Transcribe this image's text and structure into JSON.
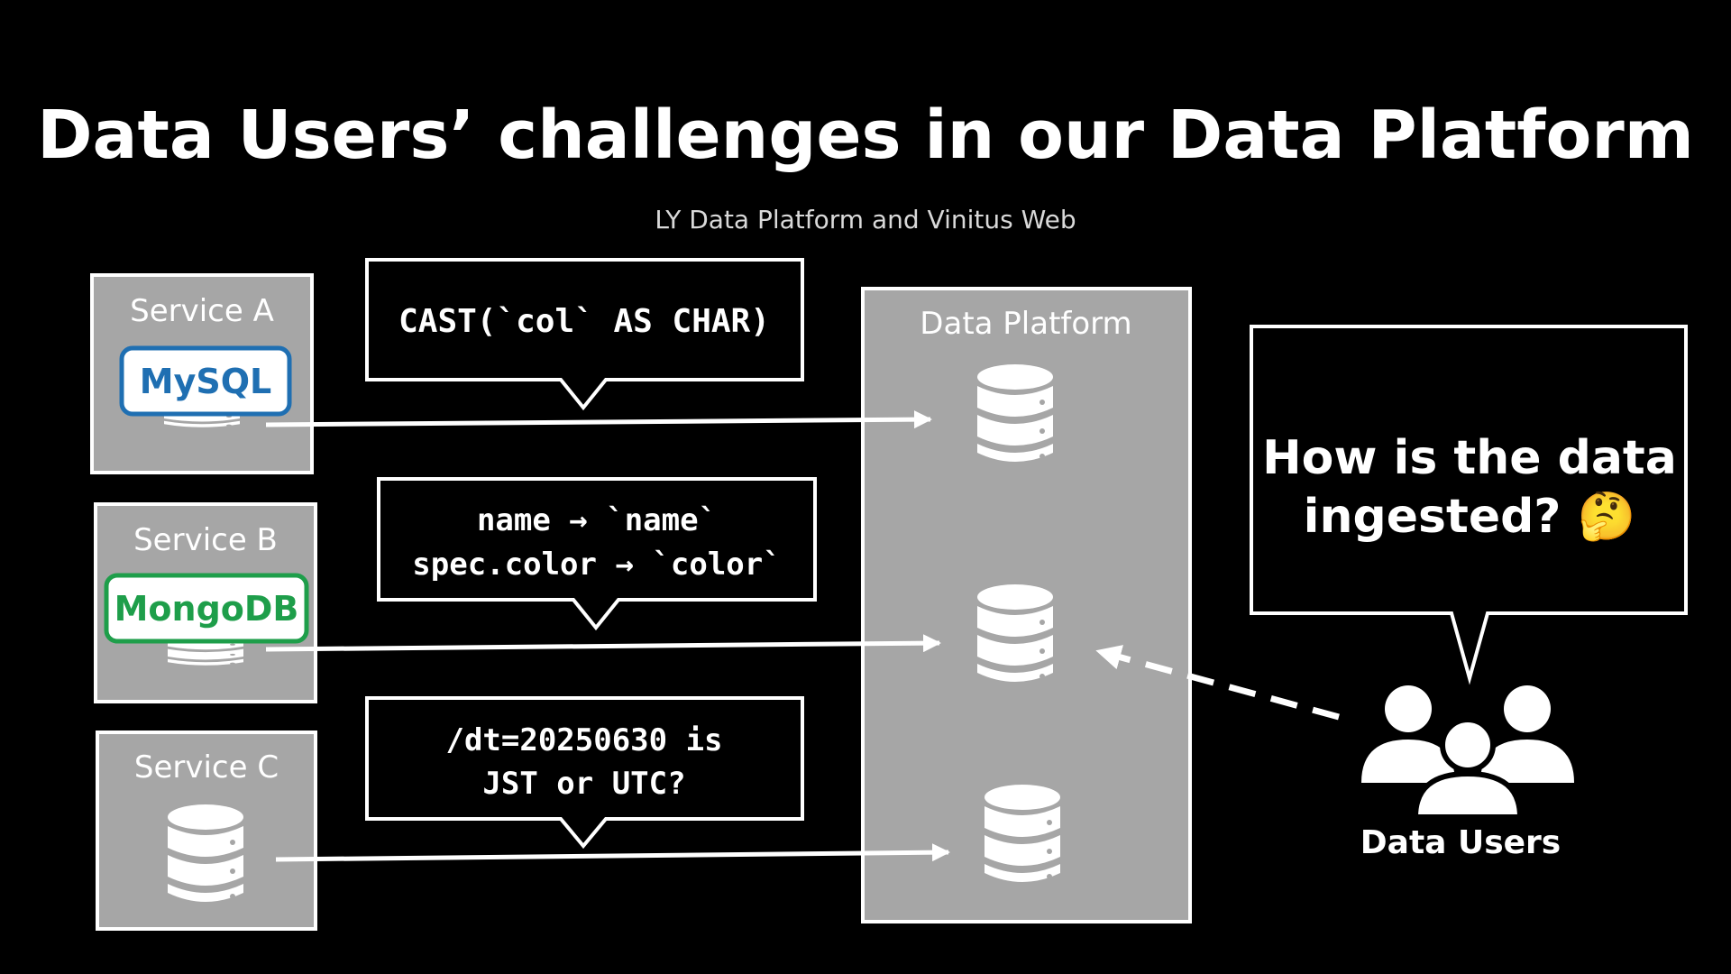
{
  "slide": {
    "title": "Data Users’ challenges in our Data Platform",
    "subtitle": "LY Data Platform and Vinitus Web"
  },
  "services": [
    {
      "label": "Service A",
      "db_badge": "MySQL",
      "badge_color": "#1f6fb2"
    },
    {
      "label": "Service B",
      "db_badge": "MongoDB",
      "badge_color": "#1e9e4a"
    },
    {
      "label": "Service C",
      "db_badge": "",
      "badge_color": ""
    }
  ],
  "callouts": [
    {
      "lines": [
        "CAST(`col` AS CHAR)"
      ]
    },
    {
      "lines": [
        "name → `name`",
        "spec.color → `color`"
      ]
    },
    {
      "lines": [
        "/dt=20250630 is",
        "JST or UTC?"
      ]
    }
  ],
  "platform": {
    "label": "Data Platform"
  },
  "question": {
    "lines": [
      "How is the data",
      "ingested? 🤔"
    ]
  },
  "users": {
    "label": "Data Users"
  },
  "colors": {
    "background": "#000000",
    "panel": "#a6a6a6",
    "text": "#ffffff",
    "muted_text": "#d9d9d9"
  }
}
